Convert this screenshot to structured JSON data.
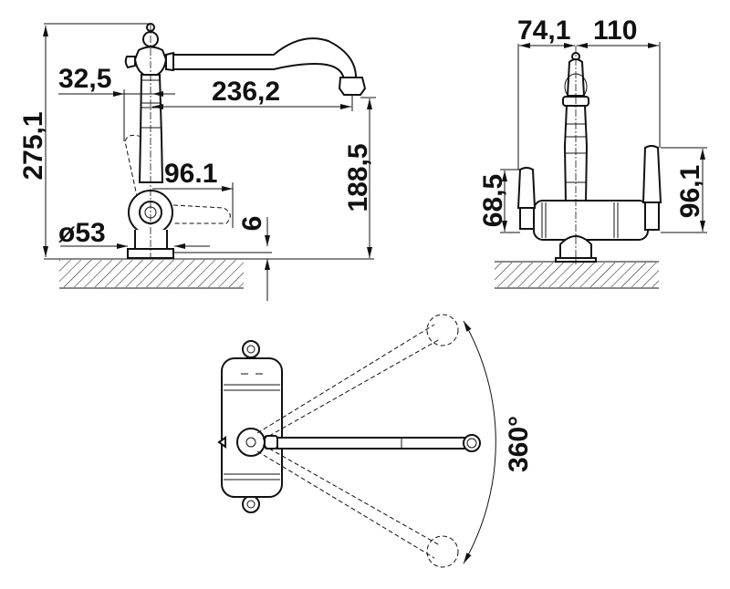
{
  "side_view": {
    "height_total": "275,1",
    "handle_offset": "32,5",
    "spout_reach": "236,2",
    "spout_height": "188,5",
    "lever_reach": "96.1",
    "base_thickness": "6",
    "base_diameter": "ø53"
  },
  "front_view": {
    "left_width": "74,1",
    "right_width": "110",
    "left_handle_height": "68,5",
    "right_handle_height": "96,1"
  },
  "top_view": {
    "rotation": "360°"
  }
}
